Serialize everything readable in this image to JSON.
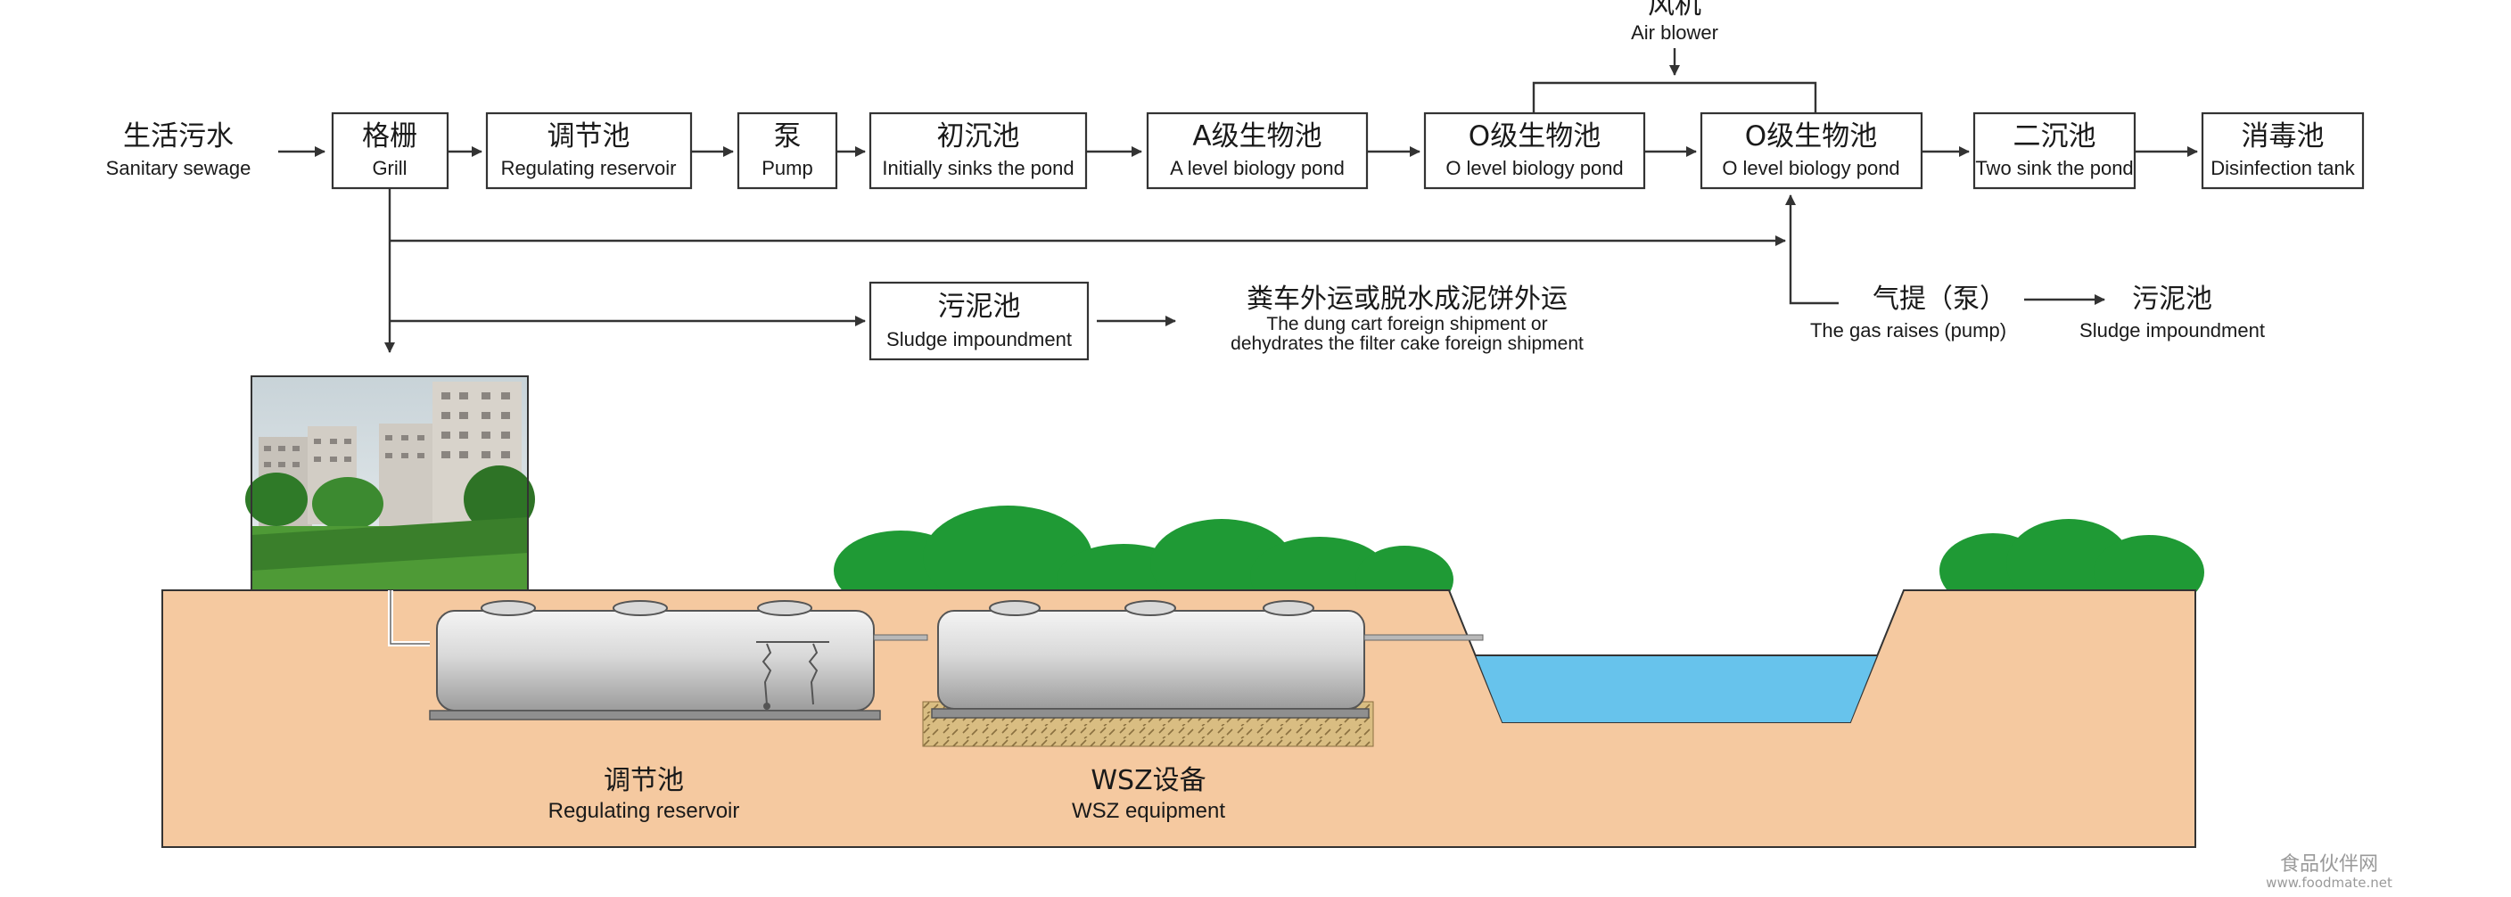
{
  "colors": {
    "soil": "#F5C9A0",
    "soil_edge": "#333333",
    "water": "#67C3EC",
    "tree": "#1F9A35",
    "tank_metal": "#D6D6D6",
    "gravel": "#D8B878"
  },
  "source": {
    "zh": "生活污水",
    "en": "Sanitary sewage"
  },
  "air_blower": {
    "zh": "风机",
    "en": "Air blower"
  },
  "stages": [
    {
      "zh": "格栅",
      "en": "Grill"
    },
    {
      "zh": "调节池",
      "en": "Regulating reservoir"
    },
    {
      "zh": "泵",
      "en": "Pump"
    },
    {
      "zh": "初沉池",
      "en": "Initially sinks the pond"
    },
    {
      "zh": "A级生物池",
      "en": "A level biology pond"
    },
    {
      "zh": "O级生物池",
      "en": "O level biology pond"
    },
    {
      "zh": "O级生物池",
      "en": "O level biology pond"
    },
    {
      "zh": "二沉池",
      "en": "Two sink the pond"
    },
    {
      "zh": "消毒池",
      "en": "Disinfection tank"
    }
  ],
  "sludge_box": {
    "zh": "污泥池",
    "en": "Sludge impoundment"
  },
  "sludge_disposal": {
    "zh": "粪车外运或脱水成泥饼外运",
    "en_line1": "The dung cart foreign shipment or",
    "en_line2": "dehydrates the filter cake foreign shipment"
  },
  "gas_lift": {
    "zh": "气提（泵）",
    "en": "The gas raises (pump)"
  },
  "sludge_return": {
    "zh": "污泥池",
    "en": "Sludge impoundment"
  },
  "tank_labels": {
    "regulating": {
      "zh": "调节池",
      "en": "Regulating reservoir"
    },
    "wsz": {
      "zh": "WSZ设备",
      "en": "WSZ equipment"
    }
  },
  "watermark": {
    "zh": "食品伙伴网",
    "en": "www.foodmate.net"
  }
}
